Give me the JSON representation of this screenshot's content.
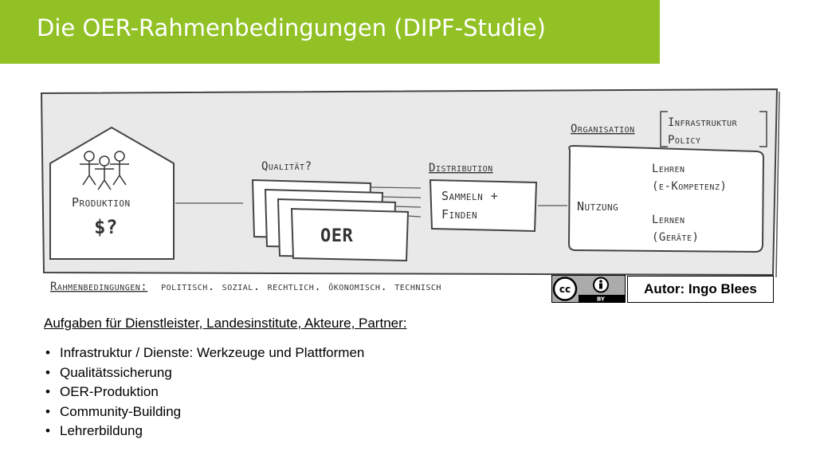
{
  "slide": {
    "title": "Die OER-Rahmenbedingungen (DIPF-Studie)",
    "accent_color": "#92c126"
  },
  "diagram": {
    "produktion_label": "Produktion",
    "produktion_cost": "$?",
    "qualitaet_label": "Qualität?",
    "oer_label": "OER",
    "distribution_label": "Distribution",
    "sammeln_line1": "Sammeln +",
    "sammeln_line2": "Finden",
    "organisation_label": "Organisation",
    "infrastruktur_label": "Infrastruktur",
    "policy_label": "Policy",
    "nutzung_label": "Nutzung",
    "lehren_line1": "Lehren",
    "lehren_line2": "(e-Kompetenz)",
    "lernen_line1": "Lernen",
    "lernen_line2": "(Geräte)",
    "rahmen_label": "Rahmenbedingungen:",
    "rahmen_items": "politisch. sozial. rechtlich. ökonomisch. technisch"
  },
  "license": {
    "cc_icon": "creative-commons-icon",
    "by_icon": "attribution-icon",
    "by_text": "BY",
    "author": "Autor: Ingo Blees"
  },
  "tasks": {
    "heading": "Aufgaben für Dienstleister, Landesinstitute, Akteure, Partner:",
    "items": [
      "Infrastruktur / Dienste: Werkzeuge und Plattformen",
      "Qualitätssicherung",
      "OER-Produktion",
      "Community-Building",
      "Lehrerbildung"
    ]
  }
}
